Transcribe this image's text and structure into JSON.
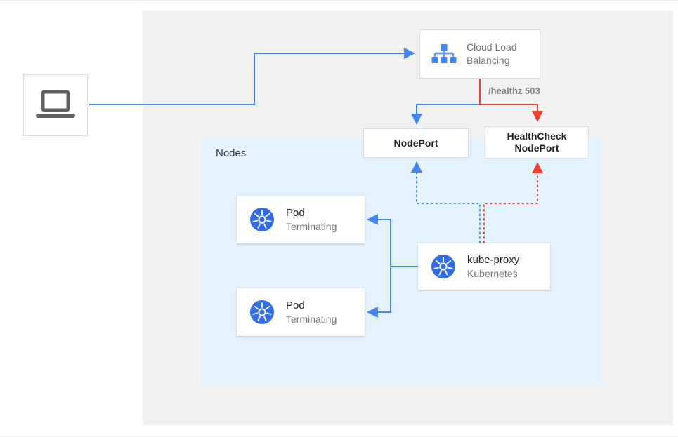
{
  "diagram": {
    "cloud_load_balancing": {
      "label": "Cloud Load Balancing"
    },
    "health_check_label": "/healthz 503",
    "nodeport": {
      "label": "NodePort"
    },
    "healthcheck_nodeport": {
      "line1": "HealthCheck",
      "line2": "NodePort"
    },
    "nodes_panel": {
      "label": "Nodes"
    },
    "pods": [
      {
        "title": "Pod",
        "subtitle": "Terminating"
      },
      {
        "title": "Pod",
        "subtitle": "Terminating"
      }
    ],
    "kube_proxy": {
      "title": "kube-proxy",
      "subtitle": "Kubernetes"
    }
  },
  "colors": {
    "blue": "#4285f4",
    "red": "#ea4335",
    "kubernetes_blue": "#326de6",
    "panel_gray": "#f1f1f1",
    "nodes_blue": "#e3f2fd"
  }
}
